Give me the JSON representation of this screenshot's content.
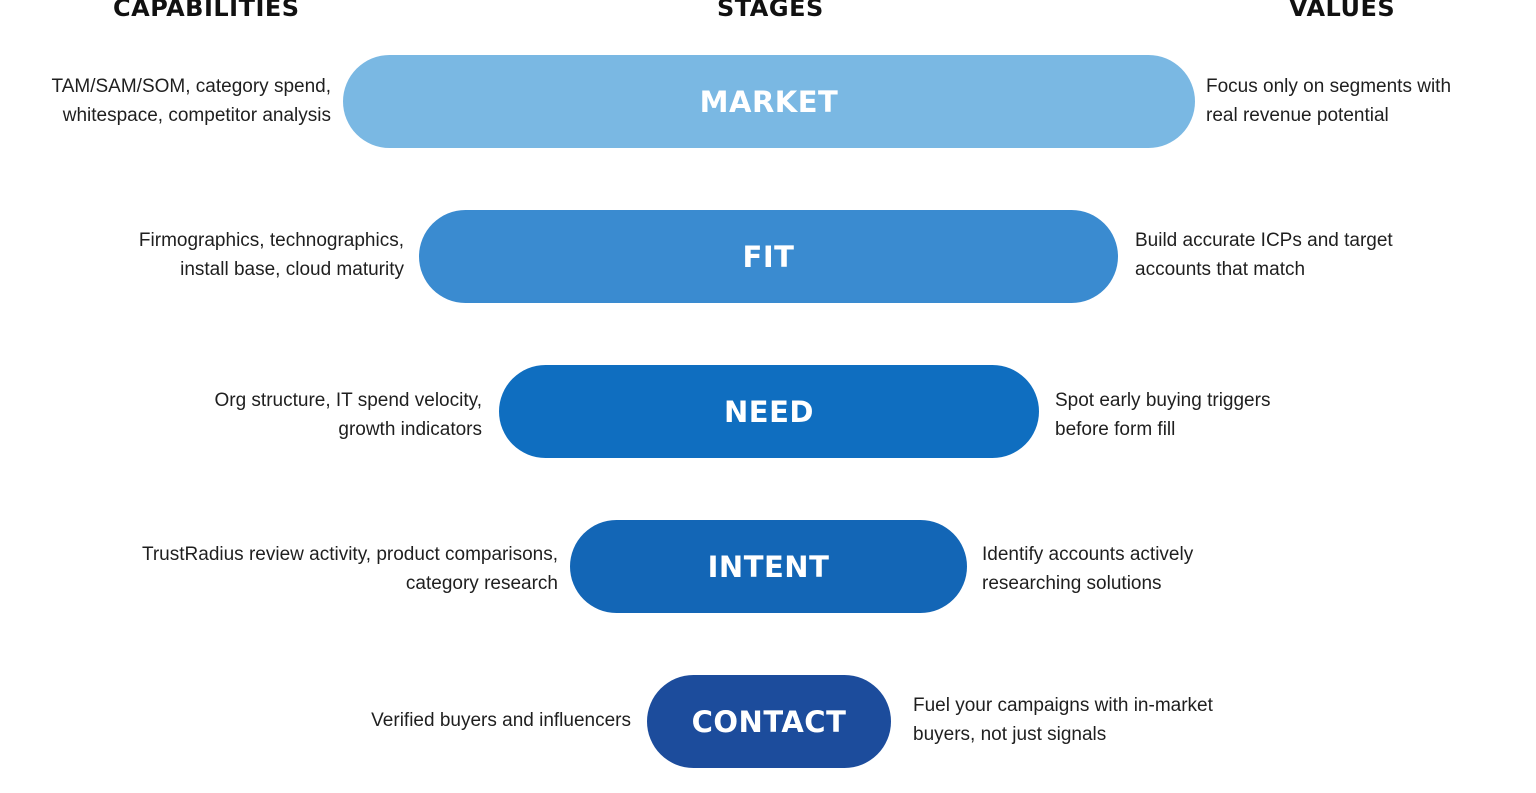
{
  "headers": {
    "capabilities": "CAPABILITIES",
    "stages": "STAGES",
    "values": "VALUES"
  },
  "colors": {
    "market": "#7ab8e3",
    "fit": "#3a8bd0",
    "need": "#0f6ec0",
    "intent": "#1366b6",
    "contact": "#1c4c9c"
  },
  "stages": [
    {
      "label": "MARKET",
      "capabilities": [
        "TAM/SAM/SOM, category spend,",
        "whitespace, competitor analysis"
      ],
      "value": [
        "Focus only on segments with",
        "real revenue potential"
      ]
    },
    {
      "label": "FIT",
      "capabilities": [
        "Firmographics, technographics,",
        "install base, cloud maturity"
      ],
      "value": [
        "Build accurate ICPs and target",
        "accounts that match"
      ]
    },
    {
      "label": "NEED",
      "capabilities": [
        "Org structure, IT spend velocity,",
        "growth indicators"
      ],
      "value": [
        "Spot early buying triggers",
        "before form fill"
      ]
    },
    {
      "label": "INTENT",
      "capabilities": [
        "TrustRadius review activity, product comparisons,",
        "category research"
      ],
      "value": [
        "Identify accounts actively",
        "researching solutions"
      ]
    },
    {
      "label": "CONTACT",
      "capabilities": [
        "Verified buyers and influencers"
      ],
      "value": [
        "Fuel your campaigns with in-market",
        "buyers, not just signals"
      ]
    }
  ]
}
